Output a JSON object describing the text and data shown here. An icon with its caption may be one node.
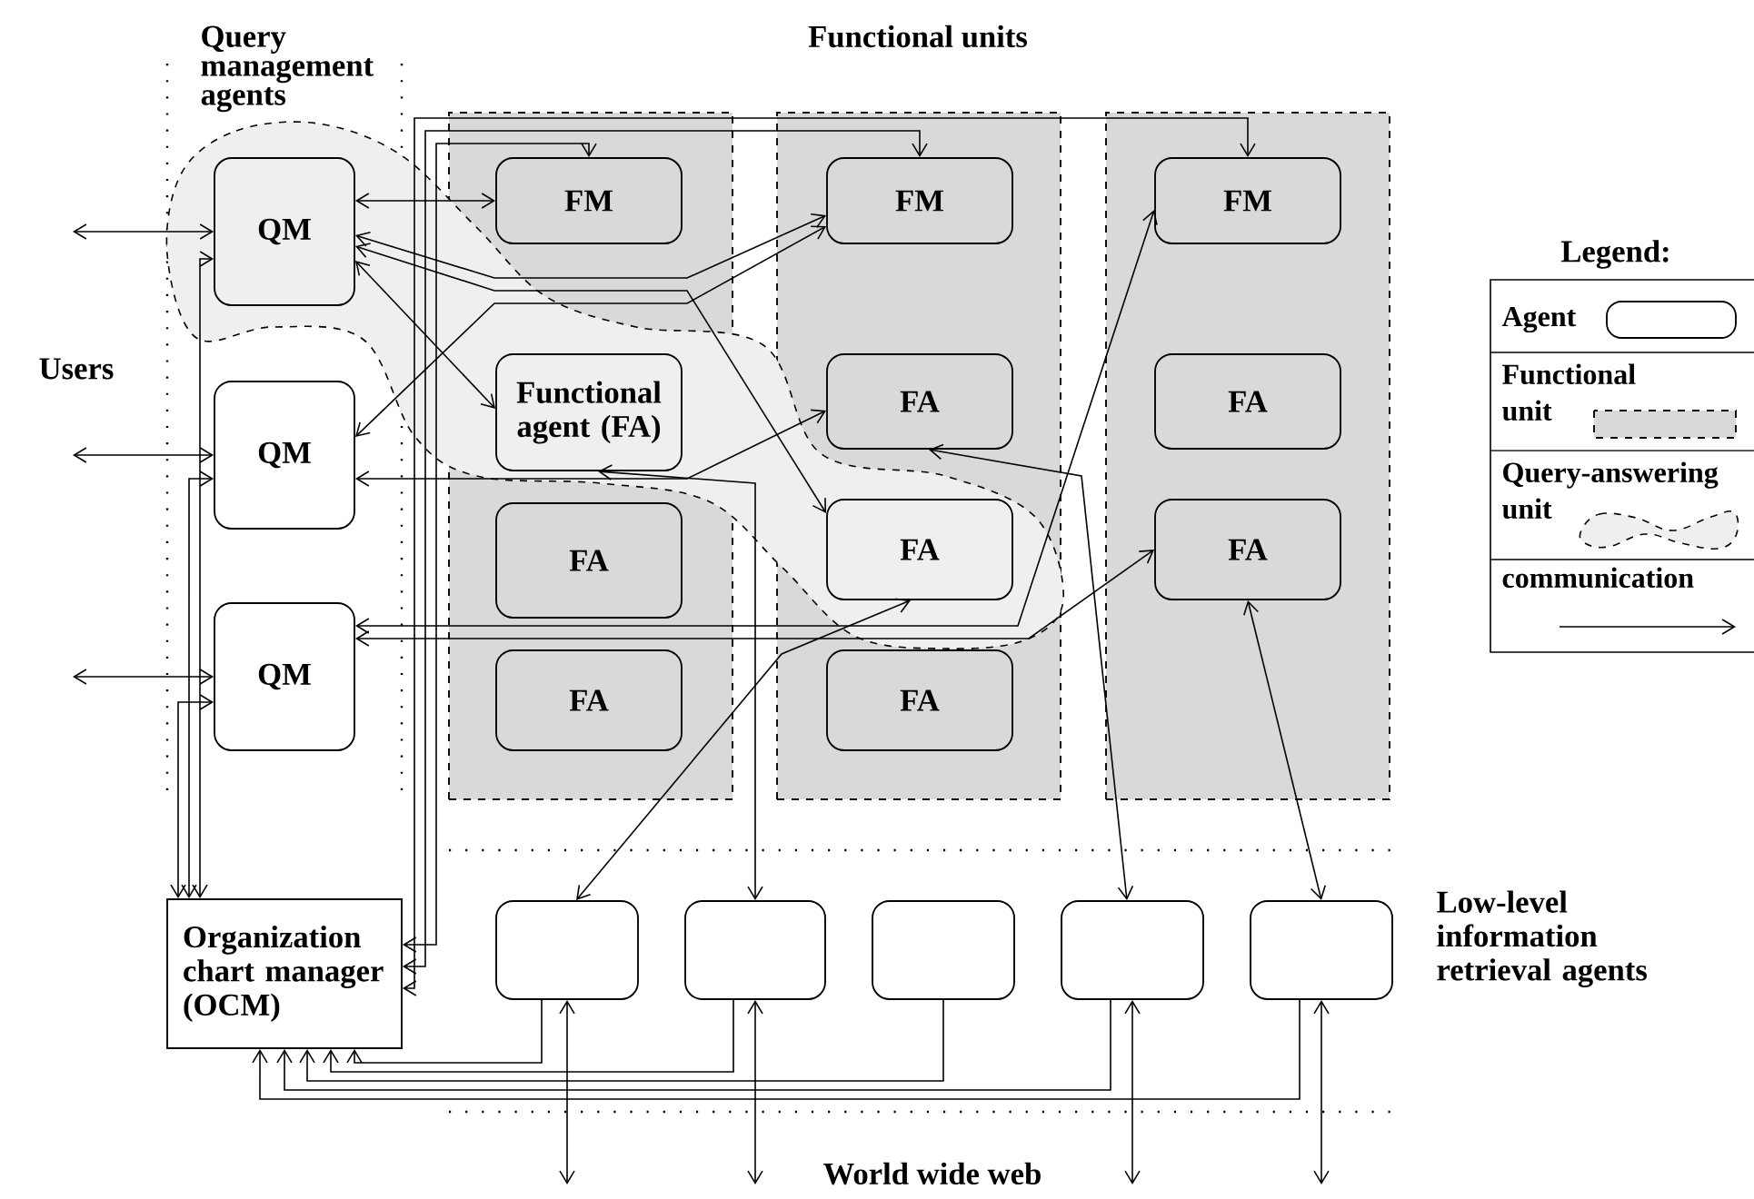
{
  "diagram": {
    "title": "Functional units",
    "nodes": [
      {
        "text": [
          "QM"
        ]
      },
      {
        "text": [
          "QM"
        ]
      },
      {
        "text": [
          "QM"
        ]
      },
      {
        "text": [
          "Organization chart manager (OCM)"
        ]
      },
      {
        "text": [],
        "shape": "box"
      },
      {
        "text": [],
        "shape": "box"
      },
      {
        "text": [],
        "shape": "box"
      },
      {
        "text": [
          "FM"
        ],
        "in": 4
      },
      {
        "text": [
          "Functional agent (FA)"
        ],
        "in": 4
      },
      {
        "text": [
          "FA"
        ],
        "in": 4
      },
      {
        "text": [
          "FA"
        ],
        "in": 4
      },
      {
        "text": [
          "FM"
        ],
        "in": 5
      },
      {
        "text": [
          "FA"
        ],
        "in": 5
      },
      {
        "text": [
          "FA"
        ],
        "in": 5
      },
      {
        "text": [
          "FA"
        ],
        "in": 5
      },
      {
        "text": [
          "FM"
        ],
        "in": 6
      },
      {
        "text": [
          "FA"
        ],
        "in": 6
      },
      {
        "text": [
          "FA"
        ],
        "in": 6
      },
      {
        "text": [],
        "shape": "box"
      },
      {
        "text": [],
        "shape": "box"
      },
      {
        "text": [],
        "shape": "box"
      },
      {
        "text": [],
        "shape": "box"
      },
      {
        "text": [],
        "shape": "box"
      }
    ],
    "edges": [
      {
        "from": null,
        "to": 0,
        "arrow": "both"
      },
      {
        "from": null,
        "to": 1,
        "arrow": "both"
      },
      {
        "from": null,
        "to": 2,
        "arrow": "both"
      },
      {
        "from": 0,
        "to": 7,
        "arrow": "both"
      },
      {
        "from": 0,
        "to": 11,
        "arrow": "both"
      },
      {
        "from": 0,
        "to": 13,
        "arrow": "both"
      },
      {
        "from": 0,
        "to": 8,
        "arrow": "both"
      },
      {
        "from": 1,
        "to": 11,
        "arrow": "both"
      },
      {
        "from": 1,
        "to": 12,
        "arrow": "both"
      },
      {
        "from": 2,
        "to": 15,
        "arrow": "both"
      },
      {
        "from": 2,
        "to": 17,
        "arrow": "both"
      },
      {
        "from": 13,
        "to": 18,
        "arrow": "both"
      },
      {
        "from": 8,
        "to": 19,
        "arrow": "both"
      },
      {
        "from": 12,
        "to": 21,
        "arrow": "both"
      },
      {
        "from": 17,
        "to": 22,
        "arrow": "both"
      },
      {
        "from": 0,
        "to": 3,
        "arrow": "both"
      },
      {
        "from": 1,
        "to": 3,
        "arrow": "both"
      },
      {
        "from": 2,
        "to": 3,
        "arrow": "both"
      },
      {
        "from": 3,
        "to": 7,
        "arrow": "both"
      },
      {
        "from": 3,
        "to": 11,
        "arrow": "both"
      },
      {
        "from": 3,
        "to": 15,
        "arrow": "both"
      },
      {
        "from": 18,
        "to": 3,
        "arrow": "to"
      },
      {
        "from": 19,
        "to": 3,
        "arrow": "to"
      },
      {
        "from": 20,
        "to": 3,
        "arrow": "to"
      },
      {
        "from": 21,
        "to": 3,
        "arrow": "to"
      },
      {
        "from": 22,
        "to": 3,
        "arrow": "to"
      },
      {
        "from": 18,
        "to": null,
        "arrow": "both"
      },
      {
        "from": 19,
        "to": null,
        "arrow": "both"
      },
      {
        "from": 21,
        "to": null,
        "arrow": "both"
      },
      {
        "from": 22,
        "to": null,
        "arrow": "both"
      }
    ],
    "labels": [
      "Query management agents",
      "Users",
      "Legend:",
      "Low-level information retrieval agents",
      "World wide web"
    ],
    "legend": [
      {
        "text": "Agent"
      },
      {
        "text": "Functional unit"
      },
      {
        "text": "Query-answering unit"
      },
      {
        "text": "communication"
      }
    ]
  }
}
